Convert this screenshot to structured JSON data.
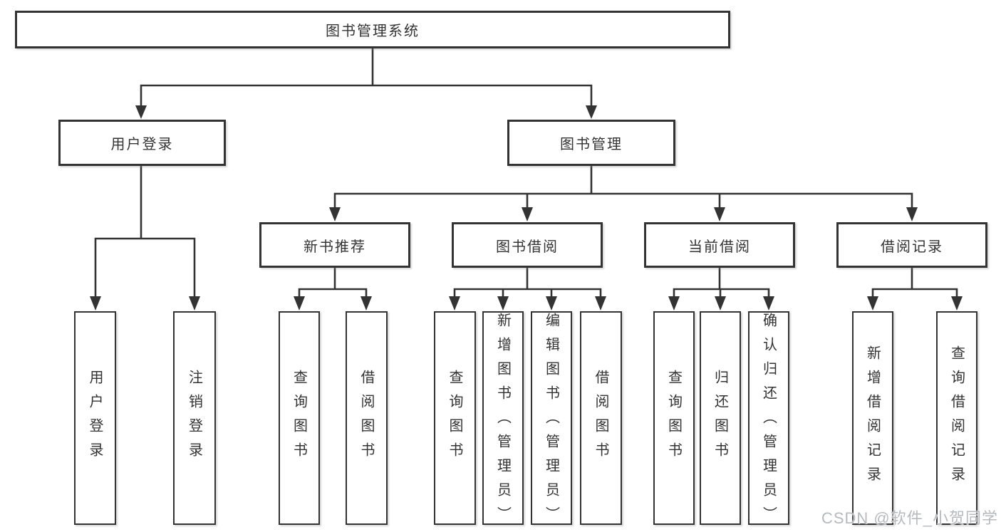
{
  "colors": {
    "line": "#333333",
    "text": "#333333",
    "watermark": "#b7babd"
  },
  "diagram": {
    "root": {
      "label": "图书管理系统"
    },
    "user_login": {
      "label": "用户登录",
      "children": [
        {
          "label": "用户登录"
        },
        {
          "label": "注销登录"
        }
      ]
    },
    "book_mgmt": {
      "label": "图书管理",
      "sections": [
        {
          "label": "新书推荐",
          "children": [
            {
              "label": "查询图书"
            },
            {
              "label": "借阅图书"
            }
          ]
        },
        {
          "label": "图书借阅",
          "children": [
            {
              "label": "查询图书"
            },
            {
              "label": "新增图书（管理员）"
            },
            {
              "label": "编辑图书（管理员）"
            },
            {
              "label": "借阅图书"
            }
          ]
        },
        {
          "label": "当前借阅",
          "children": [
            {
              "label": "查询图书"
            },
            {
              "label": "归还图书"
            },
            {
              "label": "确认归还（管理员）"
            }
          ]
        },
        {
          "label": "借阅记录",
          "children": [
            {
              "label": "新增借阅记录"
            },
            {
              "label": "查询借阅记录"
            }
          ]
        }
      ]
    },
    "watermark": "CSDN @软件_小贺同学"
  }
}
